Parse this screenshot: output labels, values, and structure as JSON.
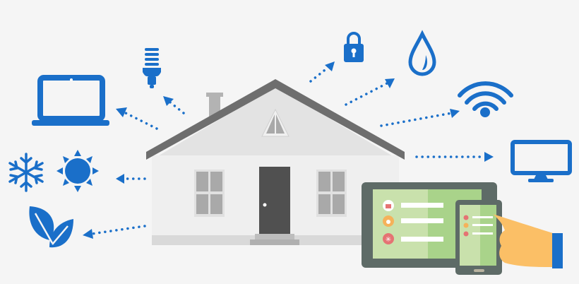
{
  "colors": {
    "background": "#f5f5f5",
    "accent_blue": "#1a6fc9",
    "roof": "#6e6e6e",
    "wall": "#ececec",
    "door": "#505050",
    "window": "#a9a9a9",
    "device_frame": "#5e6b67",
    "screen_light": "#c9e1ac",
    "screen_dark": "#a9d38a",
    "hand": "#fbbf66",
    "lock_badge": "#e57373",
    "drop_badge": "#f5b25a"
  },
  "icons": [
    "laptop-icon",
    "light-bulb-icon",
    "lock-icon",
    "water-drop-icon",
    "wifi-icon",
    "monitor-icon",
    "snowflake-icon",
    "sun-icon",
    "leaf-icon",
    "house-illustration",
    "tablet-device",
    "smartphone-device",
    "pointing-hand"
  ],
  "tablet_list_icons": [
    "lock-icon",
    "water-drop-icon",
    "snowflake-icon"
  ]
}
